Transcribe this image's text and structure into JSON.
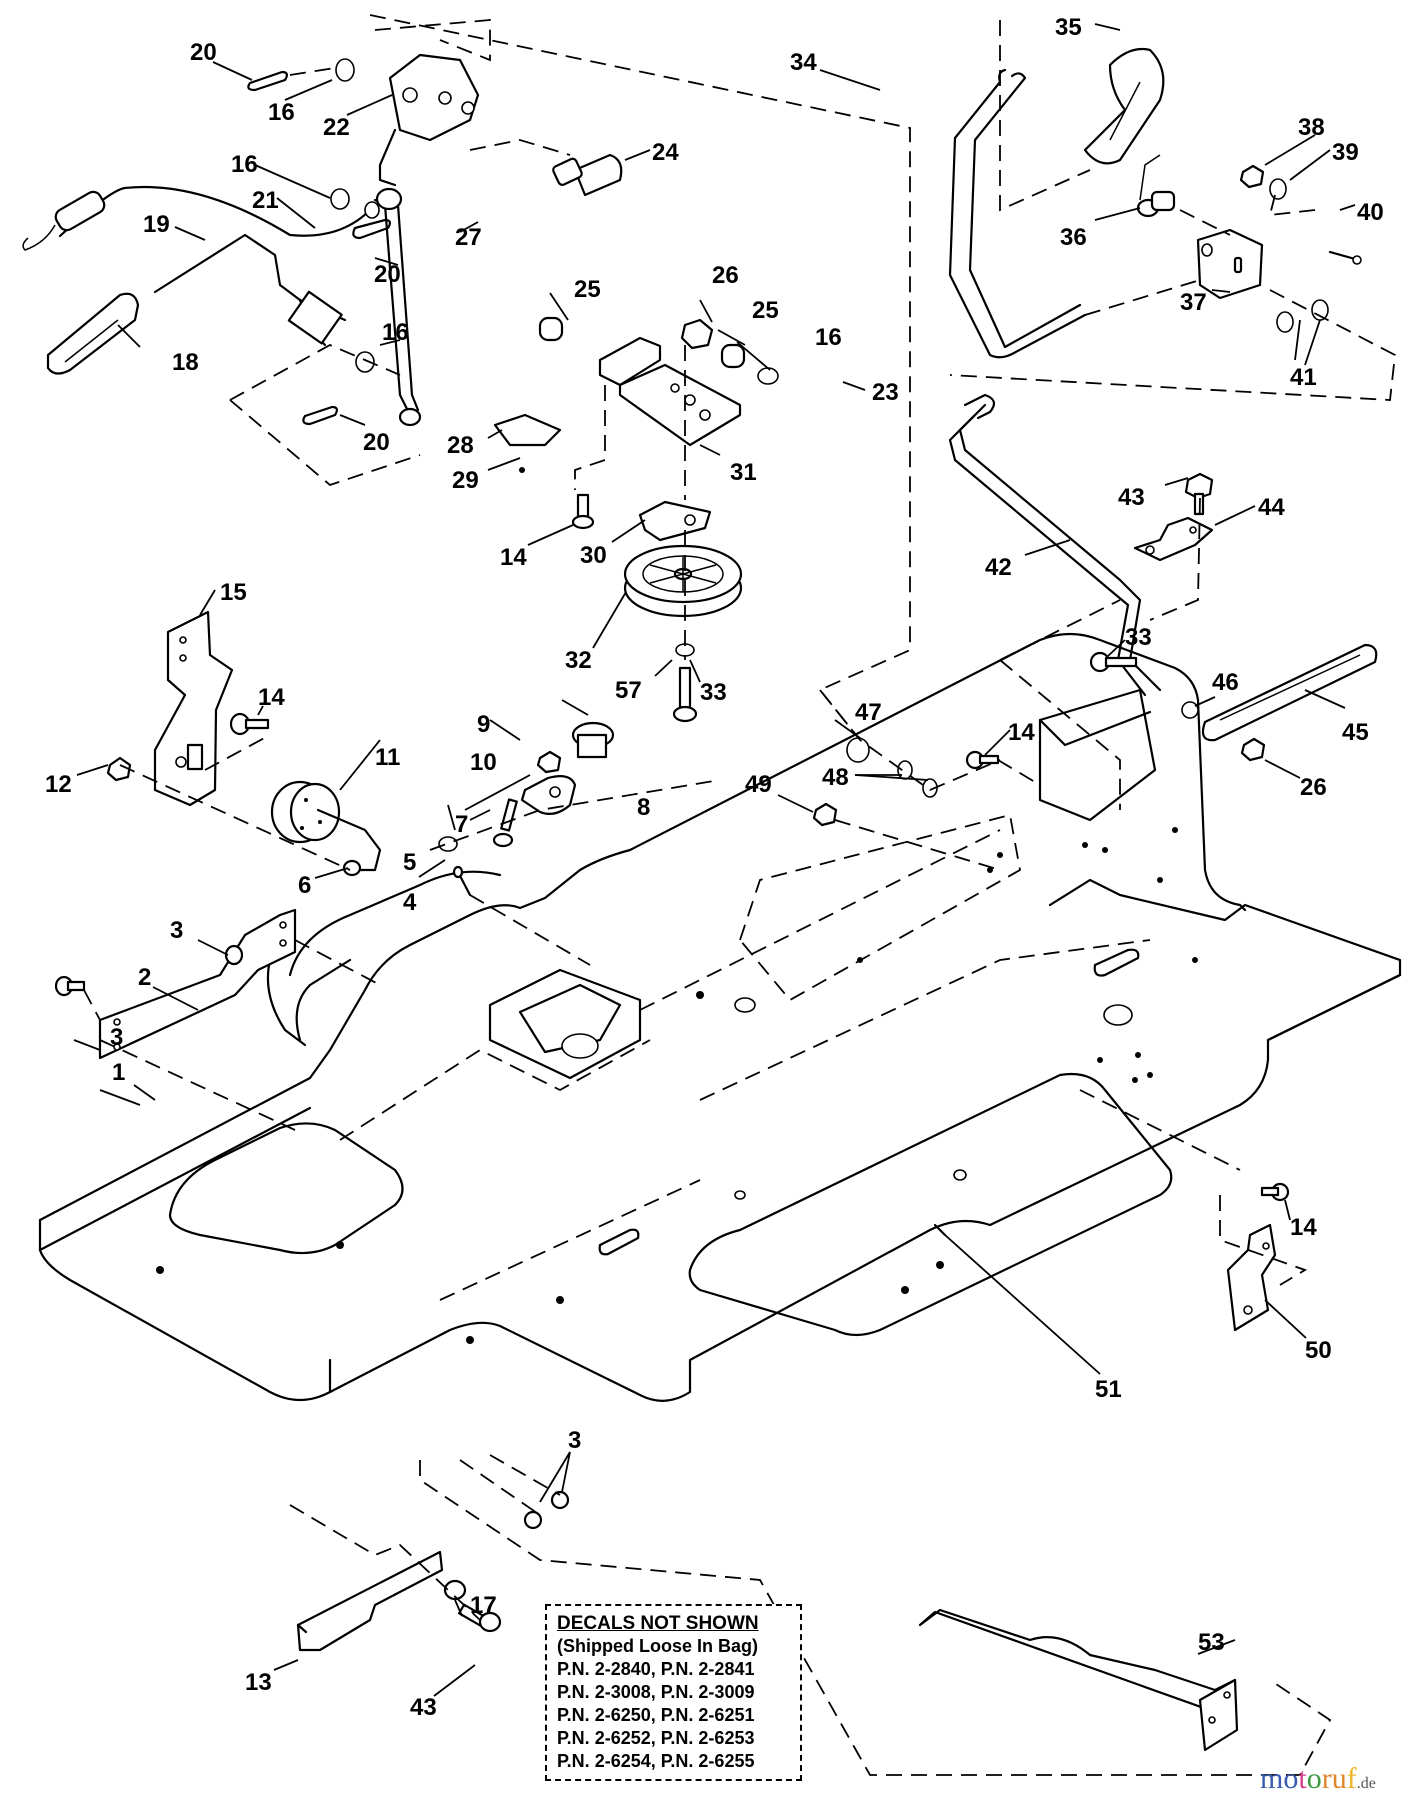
{
  "diagram": {
    "title": "Frame, Clutch / Brake Linkage & Lift Lever Assembly (Exploded Parts View)",
    "callouts": {
      "c1": "1",
      "c2": "2",
      "c3a": "3",
      "c3b": "3",
      "c3c": "3",
      "c4": "4",
      "c5": "5",
      "c6": "6",
      "c7": "7",
      "c8": "8",
      "c9": "9",
      "c10": "10",
      "c11": "11",
      "c12": "12",
      "c13": "13",
      "c14a": "14",
      "c14b": "14",
      "c14c": "14",
      "c14d": "14",
      "c15": "15",
      "c16a": "16",
      "c16b": "16",
      "c16c": "16",
      "c16d": "16",
      "c17": "17",
      "c18": "18",
      "c19": "19",
      "c20a": "20",
      "c20b": "20",
      "c20c": "20",
      "c21": "21",
      "c22": "22",
      "c23": "23",
      "c24": "24",
      "c25a": "25",
      "c25b": "25",
      "c26a": "26",
      "c26b": "26",
      "c27": "27",
      "c28": "28",
      "c29": "29",
      "c30": "30",
      "c31": "31",
      "c32": "32",
      "c33a": "33",
      "c33b": "33",
      "c34": "34",
      "c35": "35",
      "c36": "36",
      "c37": "37",
      "c38": "38",
      "c39": "39",
      "c40": "40",
      "c41": "41",
      "c42": "42",
      "c43a": "43",
      "c43b": "43",
      "c44": "44",
      "c45": "45",
      "c46": "46",
      "c47": "47",
      "c48": "48",
      "c49": "49",
      "c50": "50",
      "c51": "51",
      "c53": "53",
      "c57": "57"
    }
  },
  "decal_note": {
    "title": "DECALS NOT SHOWN",
    "subtitle": "(Shipped Loose In Bag)",
    "part_numbers": [
      "P.N. 2-2840, P.N. 2-2841",
      "P.N. 2-3008, P.N. 2-3009",
      "P.N. 2-6250, P.N. 2-6251",
      "P.N. 2-6252, P.N. 2-6253",
      "P.N. 2-6254, P.N. 2-6255"
    ]
  },
  "watermark": {
    "letters": [
      "m",
      "o",
      "t",
      "o",
      "r",
      "u",
      "f"
    ],
    "colors": [
      "#3b5bb0",
      "#3b5bb0",
      "#d6408a",
      "#3f9a3f",
      "#e0852a",
      "#e0852a",
      "#f0b42a"
    ],
    "tld": ".de"
  }
}
